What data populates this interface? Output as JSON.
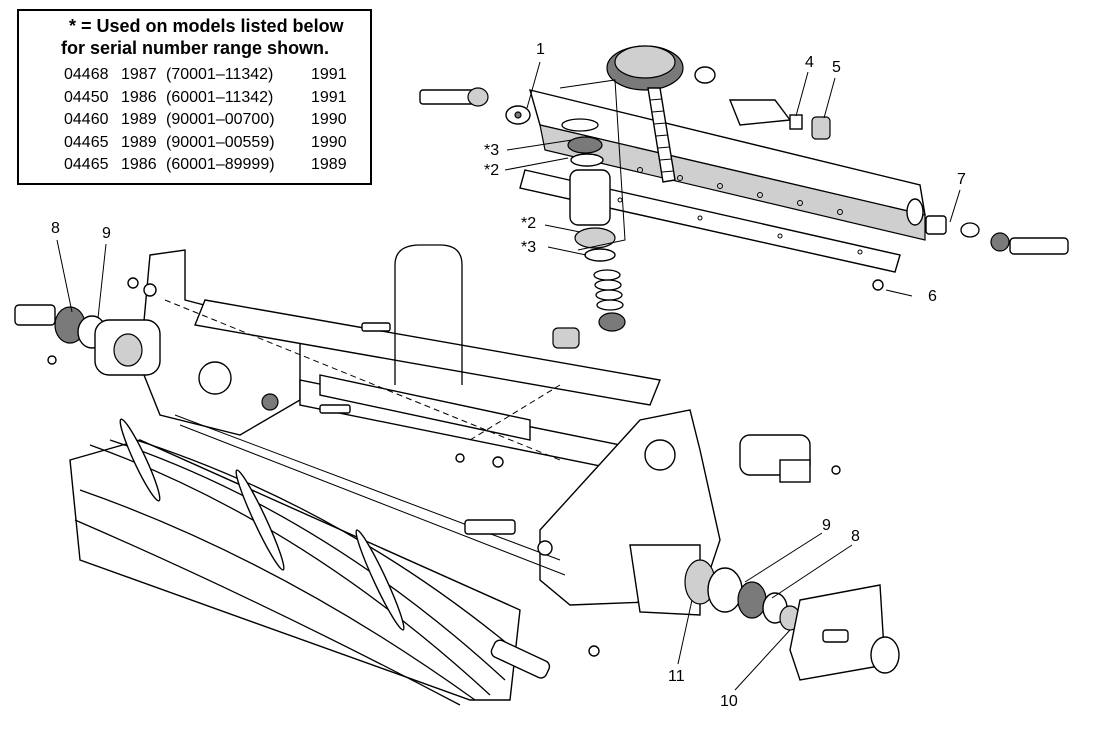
{
  "legend": {
    "title_line1": "* = Used on models listed below",
    "title_line2": "for serial number range shown.",
    "rows": [
      {
        "model": "04468",
        "year_start": "1987",
        "serial_range": "(70001–11342)",
        "year_end": "1991"
      },
      {
        "model": "04450",
        "year_start": "1986",
        "serial_range": "(60001–11342)",
        "year_end": "1991"
      },
      {
        "model": "04460",
        "year_start": "1989",
        "serial_range": "(90001–00700)",
        "year_end": "1990"
      },
      {
        "model": "04465",
        "year_start": "1989",
        "serial_range": "(90001–00559)",
        "year_end": "1990"
      },
      {
        "model": "04465",
        "year_start": "1986",
        "serial_range": "(60001–89999)",
        "year_end": "1989"
      }
    ]
  },
  "callouts": {
    "c1": "1",
    "c4": "4",
    "c5": "5",
    "c7": "7",
    "c6": "6",
    "c3a": "*3",
    "c2a": "*2",
    "c2b": "*2",
    "c3b": "*3",
    "c8a": "8",
    "c9a": "9",
    "c9b": "9",
    "c8b": "8",
    "c11": "11",
    "c10": "10"
  }
}
